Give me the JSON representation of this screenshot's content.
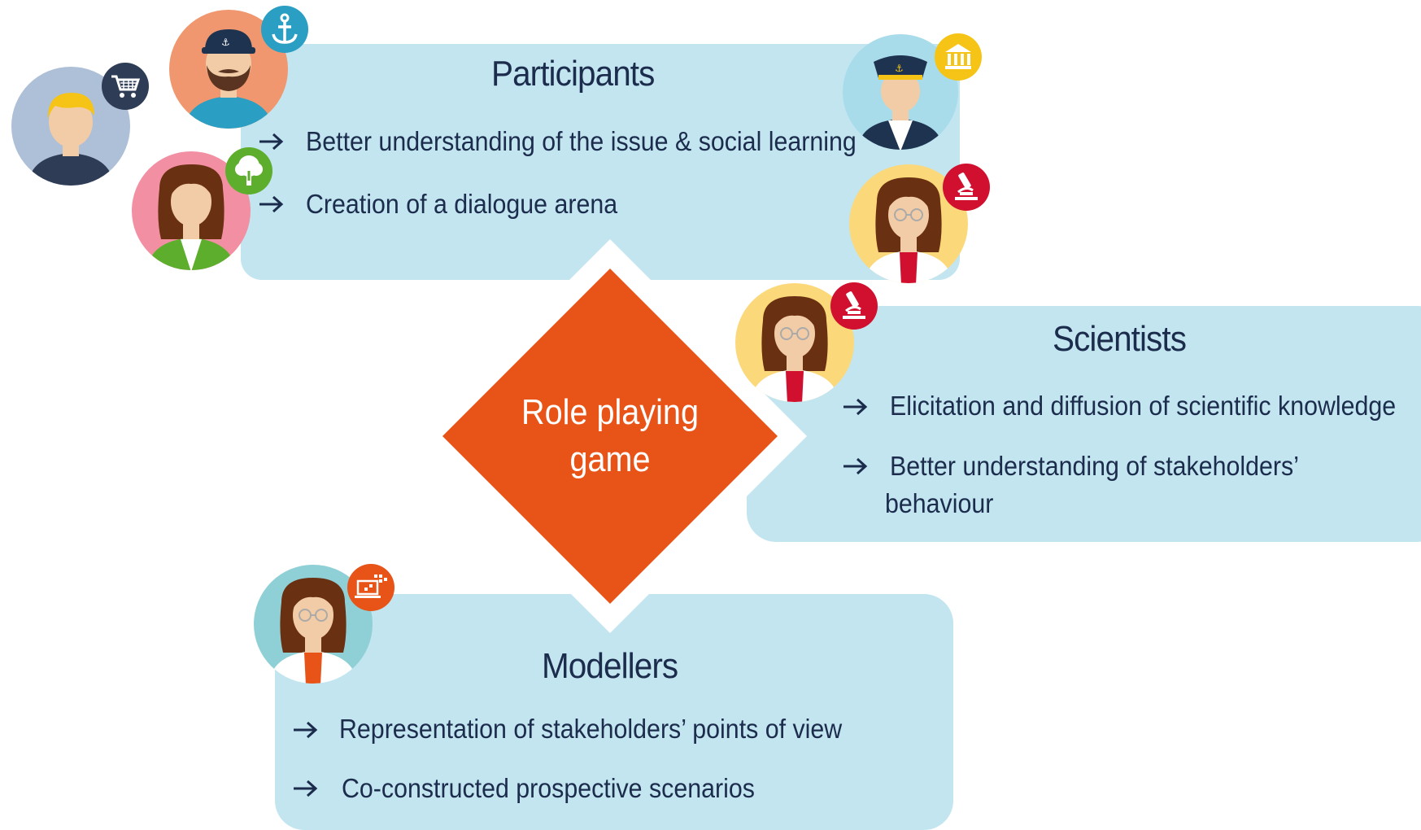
{
  "center": {
    "line1": "Role playing",
    "line2": "game"
  },
  "participants": {
    "title": "Participants",
    "items": [
      "Better understanding of the issue & social learning",
      "Creation of a dialogue arena"
    ]
  },
  "scientists": {
    "title": "Scientists",
    "items": [
      "Elicitation and diffusion of scientific knowledge",
      "Better understanding of stakeholders’",
      "behaviour"
    ]
  },
  "modellers": {
    "title": "Modellers",
    "items": [
      "Representation of stakeholders’ points of view",
      "Co-constructed prospective scenarios"
    ]
  },
  "colors": {
    "panel": "#c2e5f0",
    "diamond": "#e85318",
    "text": "#1c2c4c"
  },
  "icons": [
    "shopping-cart-icon",
    "anchor-icon",
    "tree-icon",
    "bank-icon",
    "microscope-icon",
    "computer-icon"
  ]
}
